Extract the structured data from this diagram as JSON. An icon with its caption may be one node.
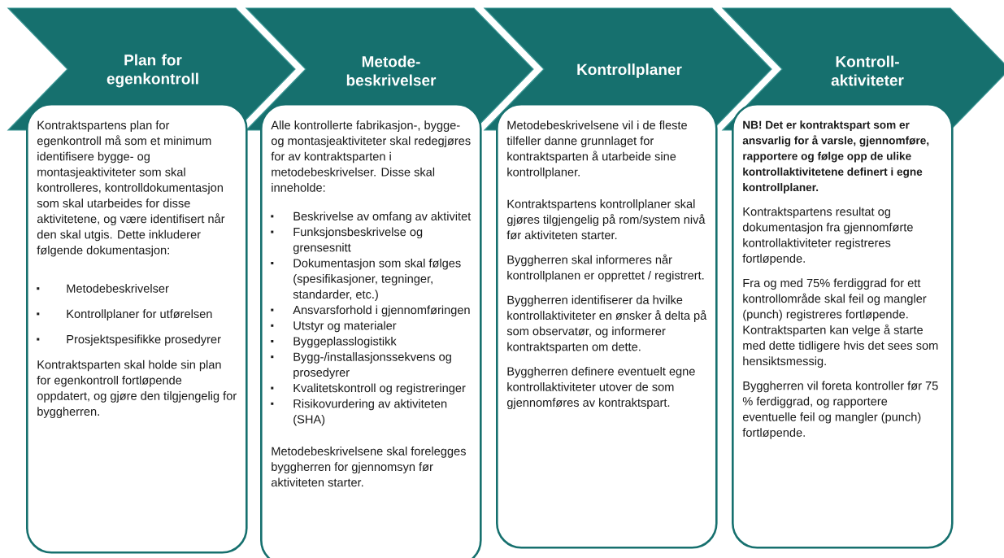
{
  "diagram": {
    "nodes": [
      {
        "text": [
          "Plan for egenkontroll"
        ]
      },
      {
        "text": [
          "Metode- beskrivelser"
        ]
      },
      {
        "text": [
          "Kontrollplaner"
        ]
      },
      {
        "text": [
          "Kontroll- aktiviteter"
        ]
      },
      {
        "text": [
          "Kontraktspartens plan for egenkontroll må som et minimum identifisere bygge- og montasjeaktiviteter som skal kontrolleres, kontrolldokumentasjon som skal utarbeides for disse aktivitetene, og være identifisert når den skal utgis. Dette inkluderer følgende dokumentasjon:",
          "Metodebeskrivelser",
          "Kontrollplaner for utførelsen",
          "Prosjektspesifikke prosedyrer",
          "Kontraktsparten skal holde sin plan for egenkontroll fortløpende oppdatert, og gjøre den tilgjengelig for byggherren."
        ]
      },
      {
        "text": [
          "Alle kontrollerte fabrikasjon-, bygge- og montasjeaktiviteter skal redegjøres for av kontraktsparten i metodebeskrivelser. Disse skal inneholde:",
          "Beskrivelse av omfang av aktivitet",
          "Funksjonsbeskrivelse og grensesnitt",
          "Dokumentasjon som skal følges (spesifikasjoner, tegninger, standarder, etc.)",
          "Ansvarsforhold i gjennomføringen",
          "Utstyr og materialer",
          "Byggeplasslogistikk",
          "Bygg-/installasjonssekvens og prosedyrer",
          "Kvalitetskontroll og registreringer",
          "Risikovurdering av aktiviteten (SHA)",
          "Metodebeskrivelsene skal forelegges byggherren for gjennomsyn før aktiviteten starter."
        ]
      },
      {
        "text": [
          "Metodebeskrivelsene vil i de fleste tilfeller danne grunnlaget for kontraktsparten å utarbeide sine kontrollplaner.",
          "Kontraktspartens kontrollplaner skal gjøres tilgjengelig på rom/system nivå før aktiviteten starter.",
          "Byggherren skal informeres når kontrollplanen er opprettet / registrert.",
          "Byggherren identifiserer da hvilke kontrollaktiviteter en ønsker å delta på som observatør, og informerer kontraktsparten om dette.",
          "Byggherren definere eventuelt egne kontrollaktiviteter utover de som gjennomføres av kontraktspart."
        ]
      },
      {
        "text": [
          "NB! Det er kontraktspart som er ansvarlig for å varsle, gjennomføre, rapportere og følge opp de ulike kontrollaktivitetene definert i egne kontrollplaner.",
          "Kontraktspartens resultat og dokumentasjon fra gjennomførte kontrollaktiviteter registreres fortløpende.",
          "Fra og med 75% ferdiggrad for ett kontrollområde skal feil og mangler (punch) registreres fortløpende. Kontraktsparten kan velge å starte med dette tidligere hvis det sees som hensiktsmessig.",
          "Byggherren vil foreta kontroller før 75 % ferdiggrad, og rapportere eventuelle feil og mangler (punch) fortløpende."
        ]
      }
    ]
  }
}
